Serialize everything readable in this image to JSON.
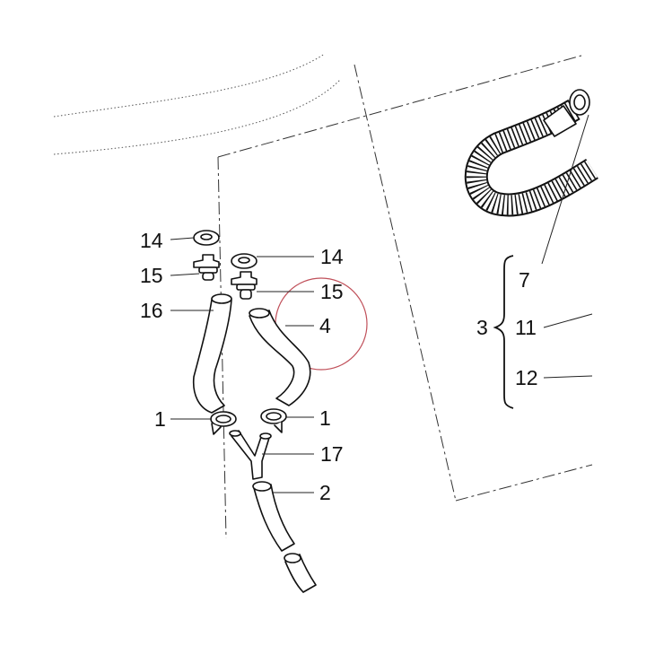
{
  "callouts": {
    "c14_left": "14",
    "c15_left": "15",
    "c16": "16",
    "c14_right": "14",
    "c15_right": "15",
    "c4": "4",
    "c1_left": "1",
    "c1_right": "1",
    "c17": "17",
    "c2": "2",
    "c7": "7",
    "c3": "3",
    "c11": "11",
    "c12": "12"
  },
  "colors": {
    "line": "#111111",
    "highlight_circle": "#c0505a"
  }
}
